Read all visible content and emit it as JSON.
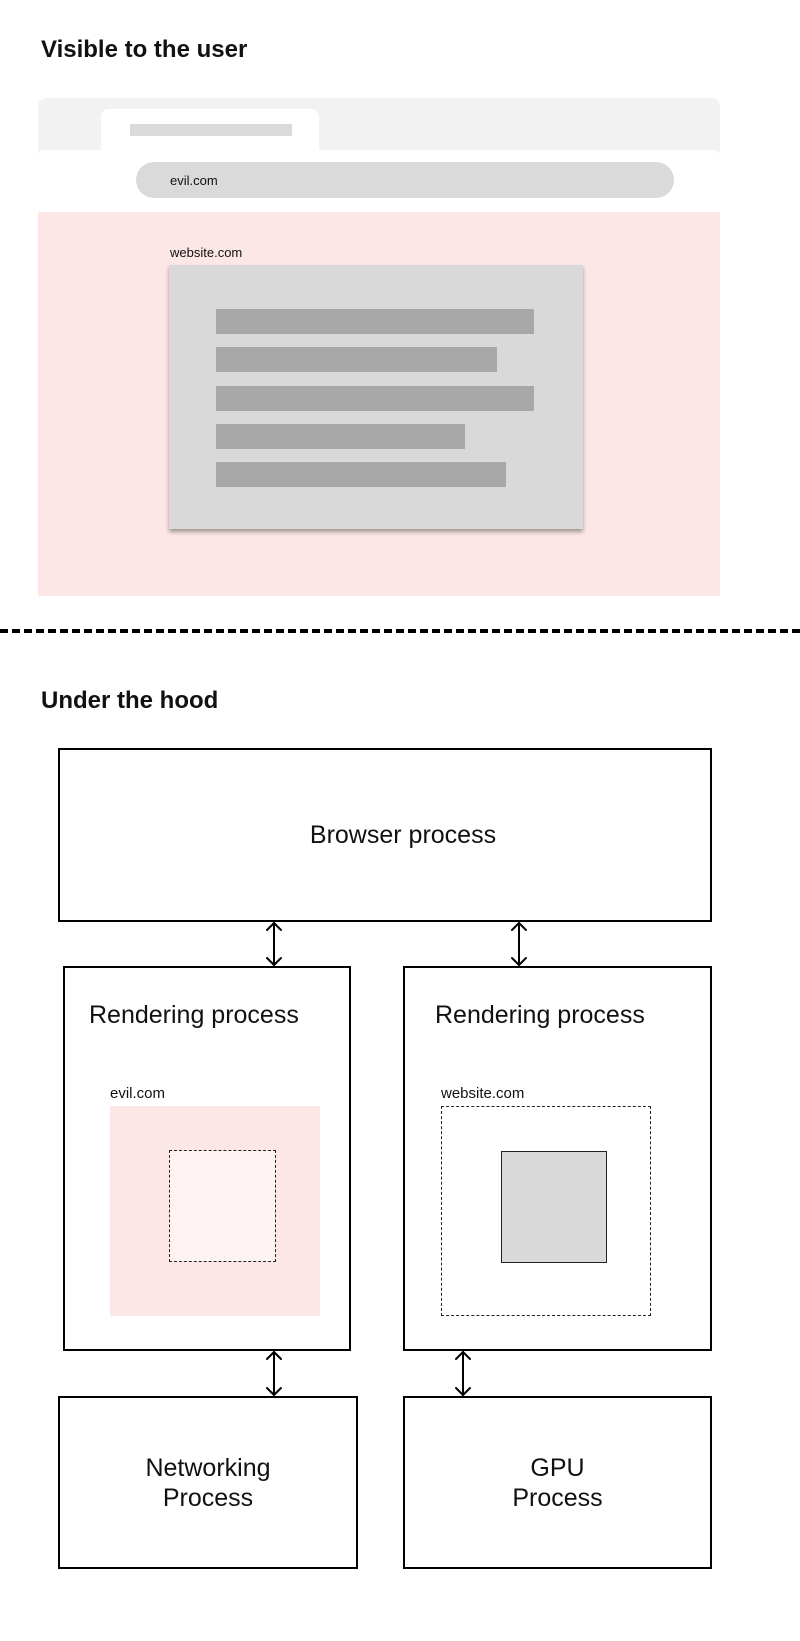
{
  "top_section": {
    "heading": "Visible to the user",
    "browser": {
      "url": "evil.com",
      "embedded_frame_label": "website.com"
    }
  },
  "bottom_section": {
    "heading": "Under the hood",
    "browser_process": "Browser process",
    "rendering_left": {
      "title": "Rendering process",
      "site": "evil.com"
    },
    "rendering_right": {
      "title": "Rendering process",
      "site": "website.com"
    },
    "networking": [
      "Networking",
      "Process"
    ],
    "gpu": [
      "GPU",
      "Process"
    ]
  },
  "colors": {
    "evil_pink": "#fde6e6",
    "frame_gray": "#d9d9d9",
    "text_line_gray": "#a8a8a8",
    "chrome_gray": "#f2f2f2"
  }
}
